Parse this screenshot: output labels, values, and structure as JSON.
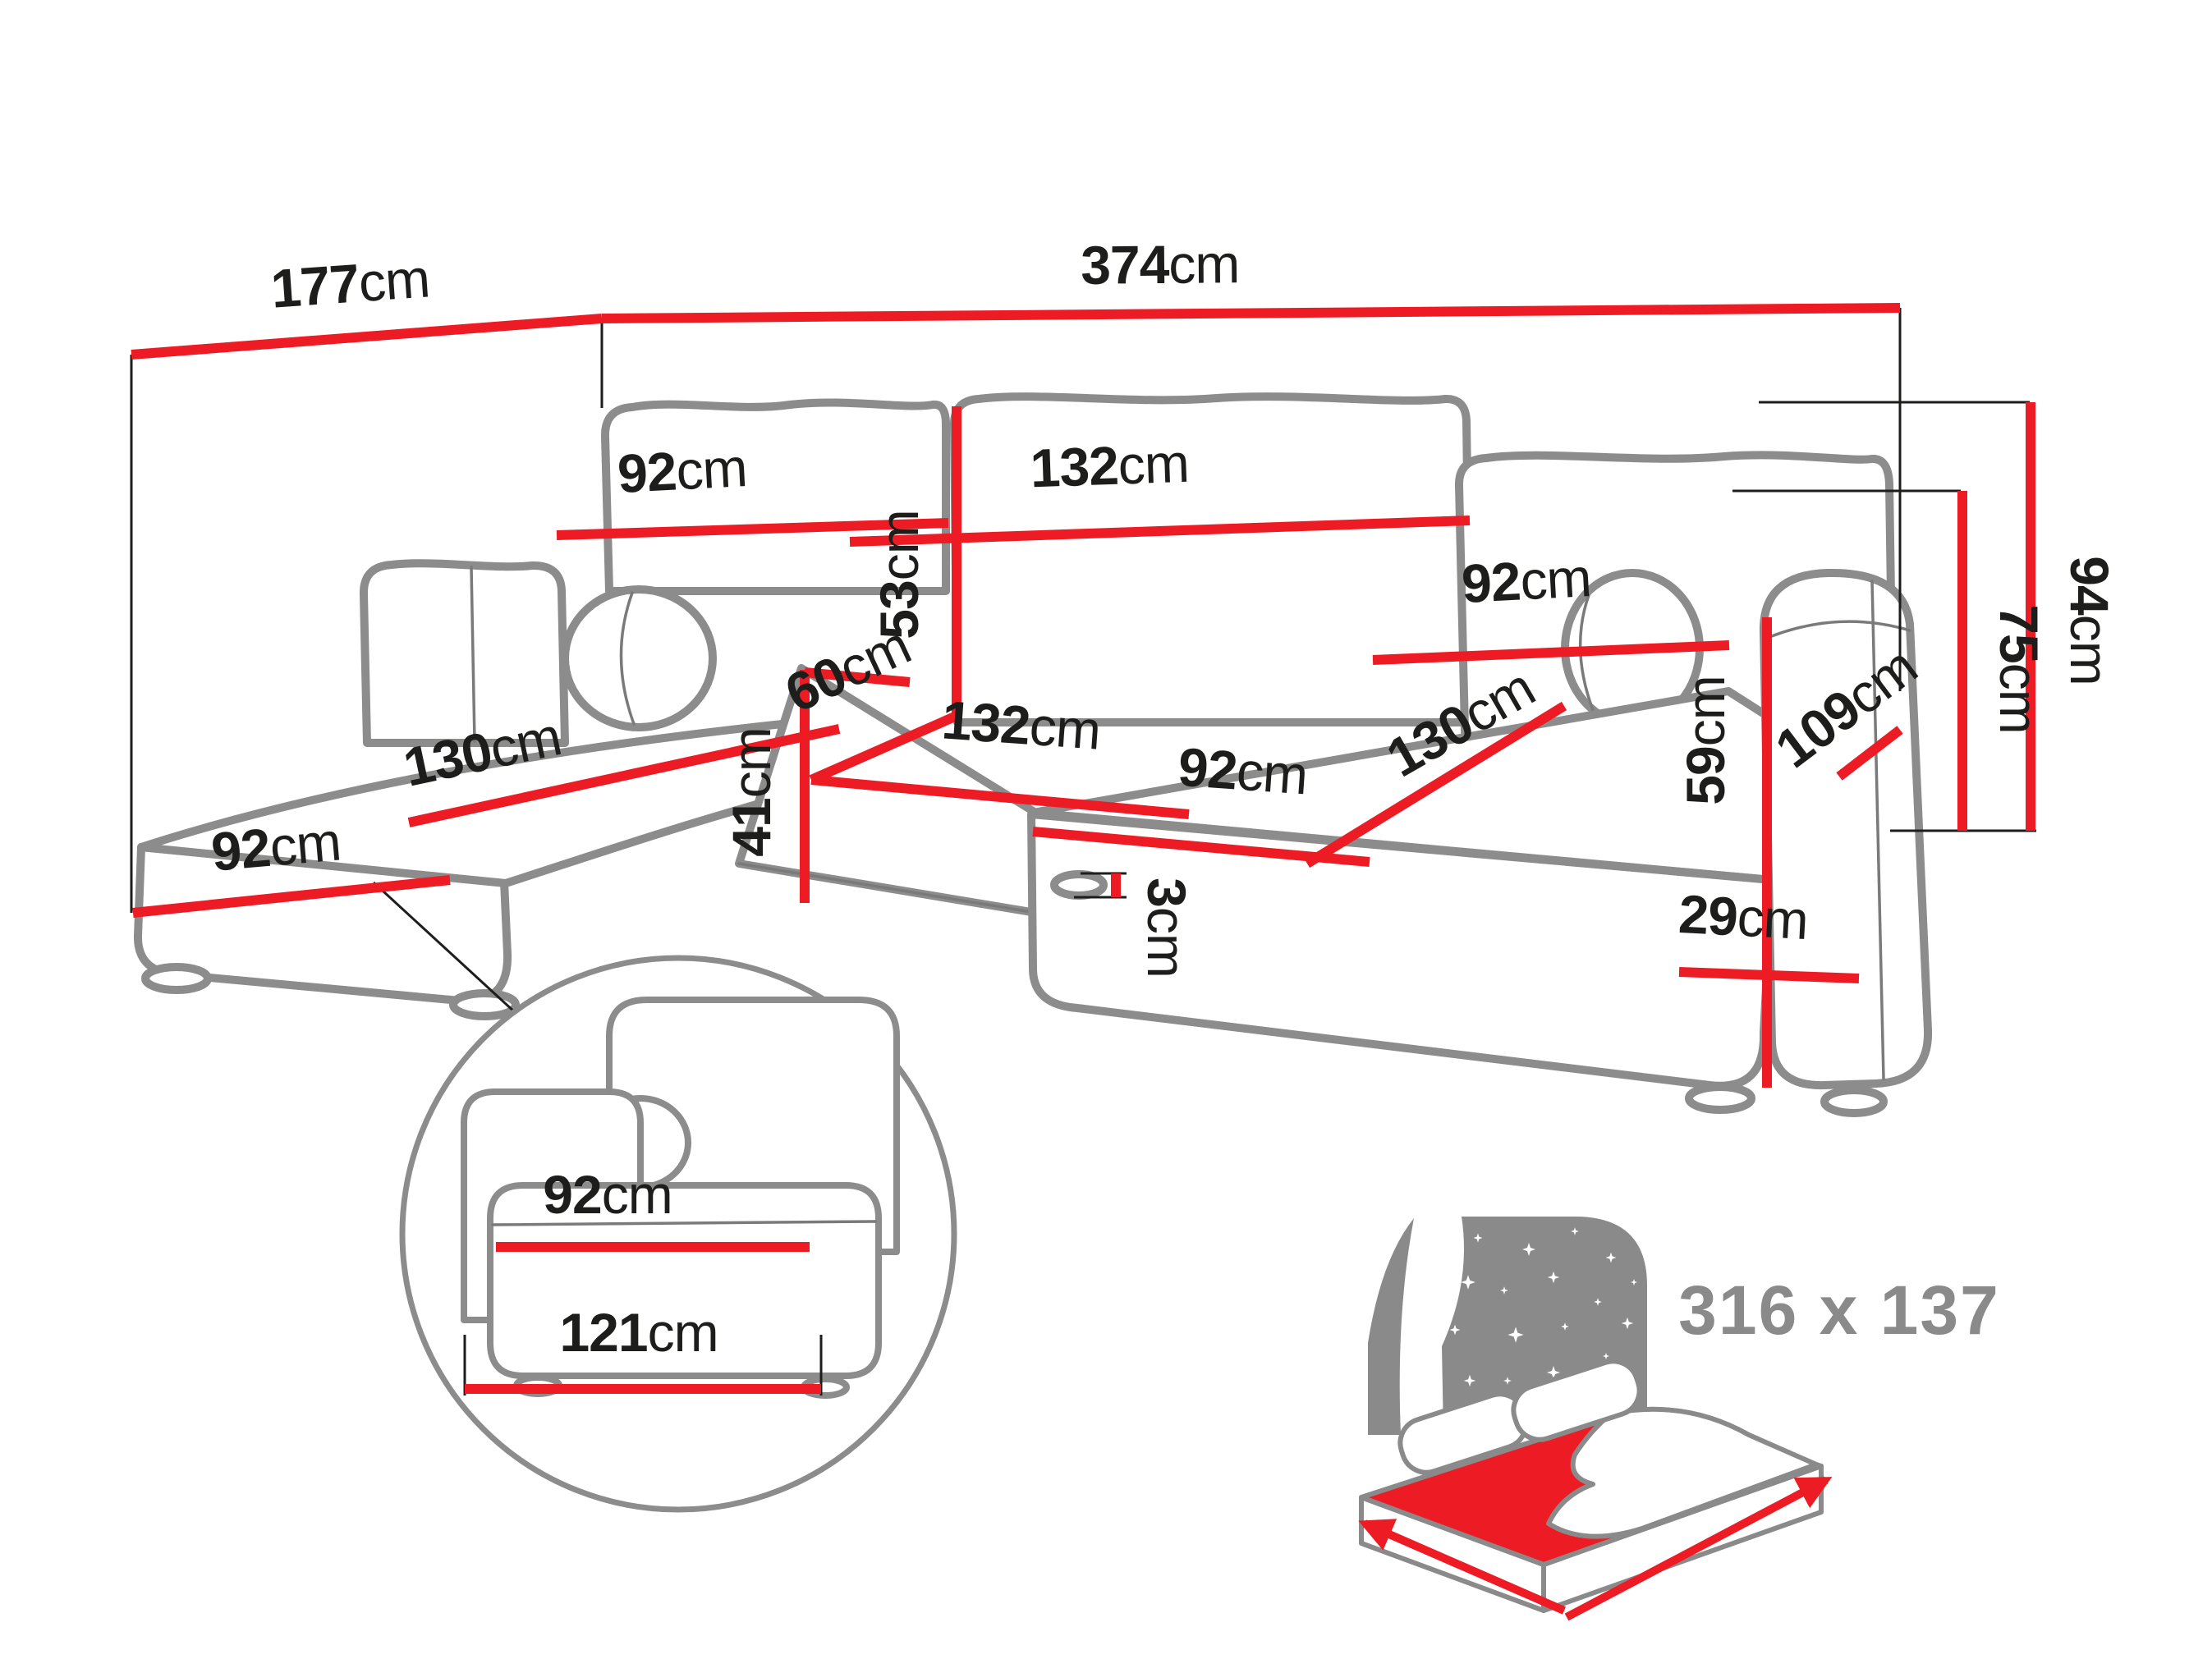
{
  "diagram": {
    "title": "corner-sofa-dimension-diagram",
    "unit": "cm",
    "colors": {
      "dimension_red": "#ed1c24",
      "outline_gray": "#8c8c8c",
      "label_black": "#1d1d1b",
      "bed_icon_gray": "#8a8a8a"
    }
  },
  "dims": {
    "back_width_left": {
      "num": "177",
      "unit": "cm"
    },
    "back_width_total": {
      "num": "374",
      "unit": "cm"
    },
    "backrest_left": {
      "num": "92",
      "unit": "cm"
    },
    "backrest_middle": {
      "num": "132",
      "unit": "cm"
    },
    "backrest_right": {
      "num": "92",
      "unit": "cm"
    },
    "backrest_height": {
      "num": "53",
      "unit": "cm"
    },
    "corner_seat_depth": {
      "num": "60",
      "unit": "cm"
    },
    "seat_middle_width": {
      "num": "132",
      "unit": "cm"
    },
    "chaise_left_length": {
      "num": "130",
      "unit": "cm"
    },
    "chaise_left_width": {
      "num": "92",
      "unit": "cm"
    },
    "seat_height": {
      "num": "41",
      "unit": "cm"
    },
    "chaise_right_length": {
      "num": "130",
      "unit": "cm"
    },
    "chaise_right_width": {
      "num": "92",
      "unit": "cm"
    },
    "foot_height": {
      "num": "3",
      "unit": "cm"
    },
    "armrest_height": {
      "num": "59",
      "unit": "cm"
    },
    "armrest_width": {
      "num": "29",
      "unit": "cm"
    },
    "armrest_depth": {
      "num": "109",
      "unit": "cm"
    },
    "seat_back_height": {
      "num": "75",
      "unit": "cm"
    },
    "total_height": {
      "num": "94",
      "unit": "cm"
    }
  },
  "inset": {
    "module_width": {
      "num": "92",
      "unit": "cm"
    },
    "base_width": {
      "num": "121",
      "unit": "cm"
    }
  },
  "bed": {
    "sleeping_area": "316 x 137"
  }
}
